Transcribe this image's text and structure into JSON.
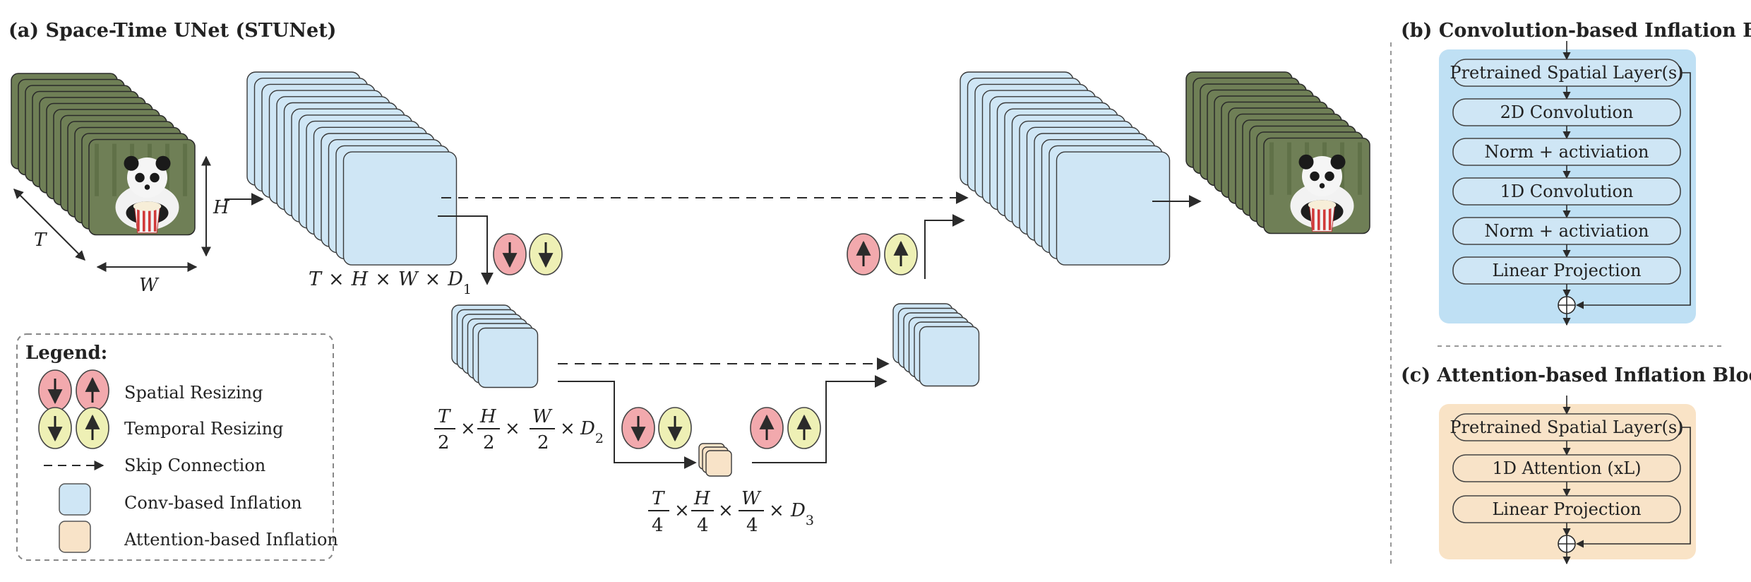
{
  "panel_a": {
    "title": "(a) Space-Time UNet (STUNet)",
    "input_axes": {
      "t": "T",
      "h": "H",
      "w": "W"
    },
    "level1": {
      "t": "T",
      "h": "H",
      "w": "W",
      "d": "D",
      "sub": "1",
      "times": "×"
    },
    "level2": {
      "t": "T",
      "h": "H",
      "w": "W",
      "den": "2",
      "d": "D",
      "sub": "2",
      "times": "×"
    },
    "level3": {
      "t": "T",
      "h": "H",
      "w": "W",
      "den": "4",
      "d": "D",
      "sub": "3",
      "times": "×"
    }
  },
  "legend": {
    "title": "Legend:",
    "items": [
      {
        "label": "Spatial Resizing"
      },
      {
        "label": "Temporal Resizing"
      },
      {
        "label": "Skip Connection"
      },
      {
        "label": "Conv-based Inflation"
      },
      {
        "label": "Attention-based Inflation"
      }
    ]
  },
  "panel_b": {
    "title": "(b) Convolution-based Inflation Block",
    "layers": [
      "Pretrained Spatial Layer(s)",
      "2D Convolution",
      "Norm + activiation",
      "1D Convolution",
      "Norm + activiation",
      "Linear Projection"
    ]
  },
  "panel_c": {
    "title": "(c) Attention-based Inflation Block",
    "layers": [
      "Pretrained Spatial Layer(s)",
      "1D Attention (xL)",
      "Linear Projection"
    ]
  },
  "colors": {
    "conv_fill": "#cfe6f5",
    "conv_panel": "#bfe0f4",
    "attn_fill": "#f8e3c8",
    "attn_panel": "#f9e3c6",
    "spatial_circle": "#f2a9ad",
    "temporal_circle": "#eef0b5",
    "panda_bg": "#6f7f56",
    "line": "#2b2b2b"
  },
  "icons": [
    "down-arrow-icon",
    "up-arrow-icon",
    "sum-circle-icon",
    "panda-frame-icon"
  ]
}
